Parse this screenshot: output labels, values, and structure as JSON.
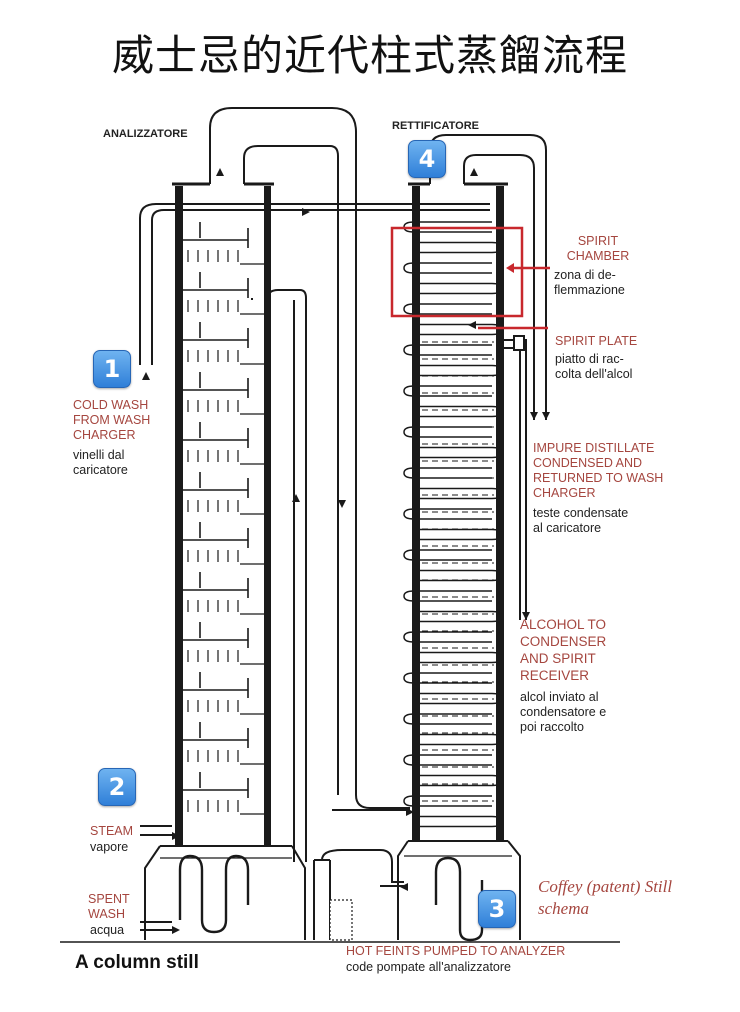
{
  "title": "威士忌的近代柱式蒸餾流程",
  "headers": {
    "analyzer": "ANALIZZATORE",
    "rectifier": "RETTIFICATORE"
  },
  "badges": [
    "1",
    "2",
    "3",
    "4"
  ],
  "labels": {
    "cold_wash": [
      "COLD WASH",
      "FROM WASH",
      "CHARGER"
    ],
    "cold_wash_it": [
      "vinelli dal",
      "caricatore"
    ],
    "steam": "STEAM",
    "steam_it": "vapore",
    "spent_wash": [
      "SPENT",
      "WASH"
    ],
    "spent_wash_it": "acqua",
    "spirit_chamber": [
      "SPIRIT",
      "CHAMBER"
    ],
    "spirit_chamber_it": [
      "zona di de-",
      "flemmazione"
    ],
    "spirit_plate": "SPIRIT PLATE",
    "spirit_plate_it": [
      "piatto di rac-",
      "colta dell'alcol"
    ],
    "impure": [
      "IMPURE DISTILLATE",
      "CONDENSED AND",
      "RETURNED TO WASH",
      "CHARGER"
    ],
    "impure_it": [
      "teste condensate",
      "al caricatore"
    ],
    "alcohol": [
      "ALCOHOL TO",
      "CONDENSER",
      "AND SPIRIT",
      "RECEIVER"
    ],
    "alcohol_it": [
      "alcol inviato al",
      "condensatore e",
      "poi raccolto"
    ],
    "hot_feints": "HOT FEINTS PUMPED TO ANALYZER",
    "hot_feints_it": "code pompate all'analizzatore",
    "coffey": [
      "Coffey (patent) Still",
      "schema"
    ],
    "caption": "A column still"
  },
  "colors": {
    "label_red": "#a5463f",
    "highlight": "#c8282d",
    "badge_blue": "#2f7fd8",
    "ink": "#1a1a1a"
  }
}
